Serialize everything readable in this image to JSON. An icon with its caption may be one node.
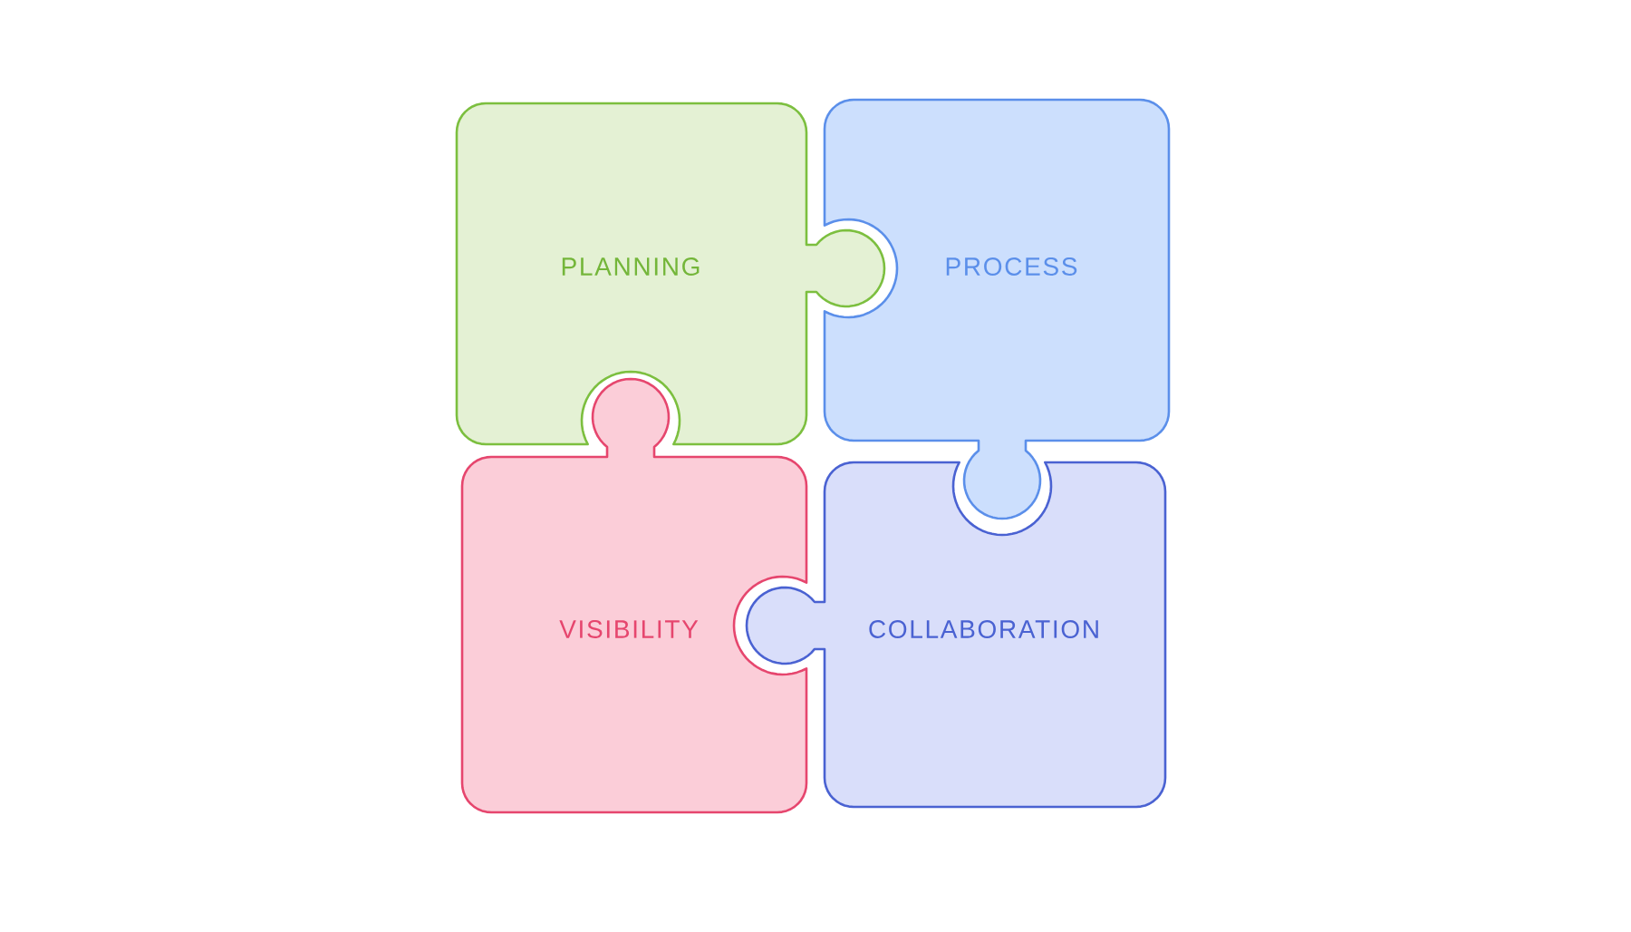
{
  "diagram": {
    "nodes": [
      {
        "text": [
          "PLANNING"
        ]
      },
      {
        "text": [
          "PROCESS"
        ]
      },
      {
        "text": [
          "VISIBILITY"
        ]
      },
      {
        "text": [
          "COLLABORATION"
        ]
      }
    ]
  }
}
